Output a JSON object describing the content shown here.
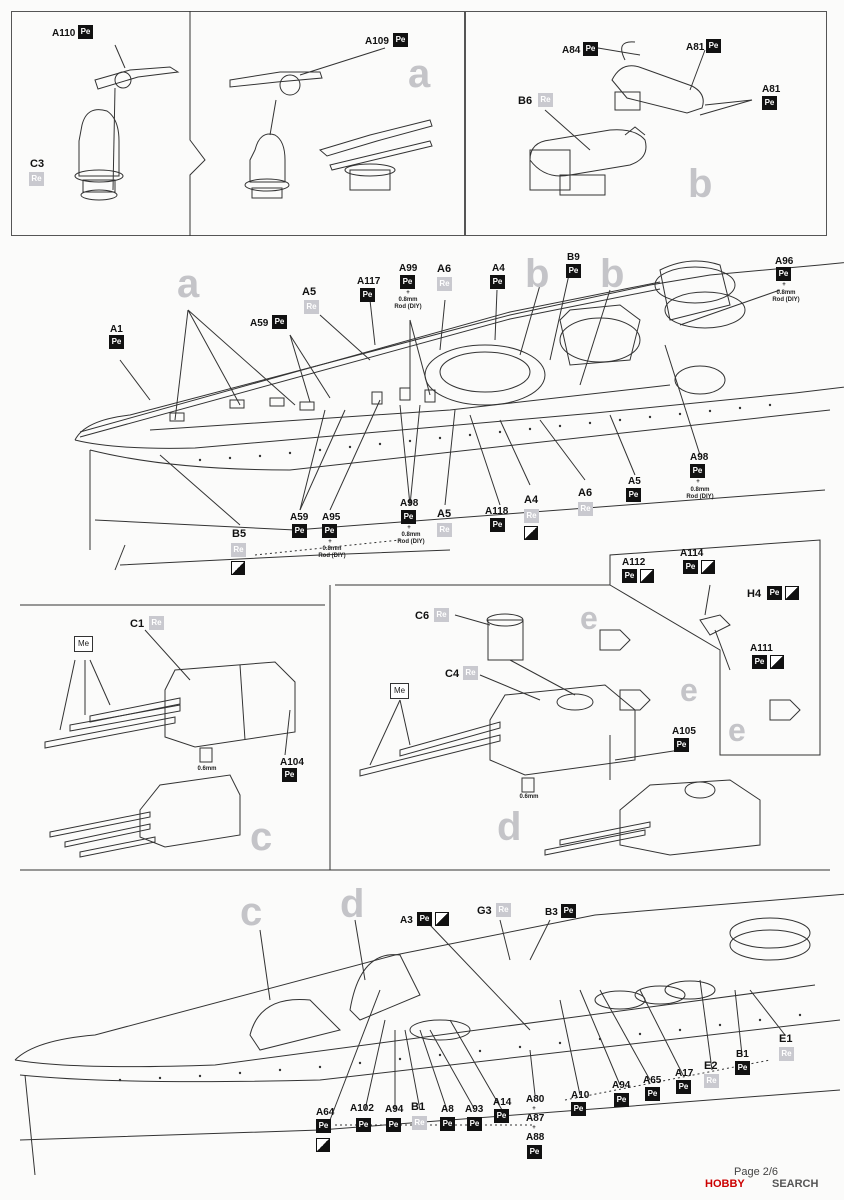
{
  "tags": {
    "pe": "Pe",
    "re": "Re",
    "me": "Me"
  },
  "steps": {
    "a": "a",
    "b": "b",
    "c": "c",
    "d": "d",
    "e": "e"
  },
  "parts": {
    "A110": "A110",
    "A109": "A109",
    "C3": "C3",
    "A84": "A84",
    "A81": "A81",
    "B6": "B6",
    "A1": "A1",
    "A5": "A5",
    "A59": "A59",
    "A117": "A117",
    "A99": "A99",
    "A6": "A6",
    "A4": "A4",
    "B9": "B9",
    "A96": "A96",
    "A98": "A98",
    "A95": "A95",
    "A118": "A118",
    "B5": "B5",
    "C1": "C1",
    "A104": "A104",
    "C6": "C6",
    "C4": "C4",
    "A105": "A105",
    "A112": "A112",
    "A114": "A114",
    "H4": "H4",
    "A111": "A111",
    "A3": "A3",
    "G3": "G3",
    "B3": "B3",
    "A64": "A64",
    "A102": "A102",
    "A94": "A94",
    "B1": "B1",
    "A8": "A8",
    "A93": "A93",
    "A14": "A14",
    "A80": "A80",
    "A87": "A87",
    "A88": "A88",
    "A10": "A10",
    "A65": "A65",
    "A17": "A17",
    "E2": "E2",
    "E1": "E1"
  },
  "notes": {
    "rod": "0.8mm Rod (DIY)",
    "plus": "+",
    "wire": "0.6mm"
  },
  "footer": {
    "page": "Page 2/6"
  },
  "watermark": {
    "brand": "HOBBY",
    "suffix": "SEARCH"
  }
}
